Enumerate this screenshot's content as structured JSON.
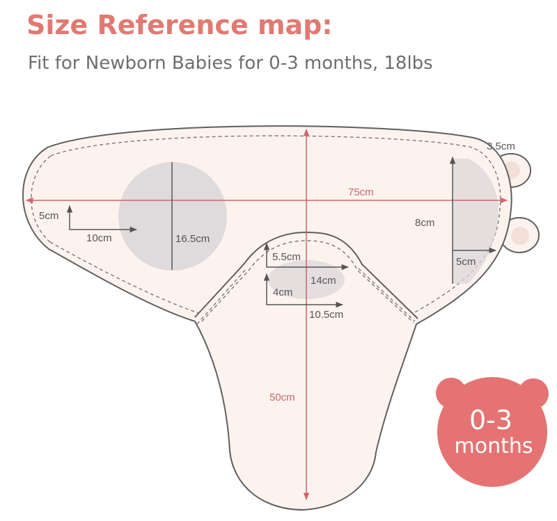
{
  "header": {
    "title": "Size Reference map:",
    "subtitle": "Fit for Newborn Babies for 0-3 months, 18lbs"
  },
  "dimensions": {
    "width_total": "75cm",
    "ear": "3.5cm",
    "side_height": "8cm",
    "side_width": "5cm",
    "circle_diameter": "16.5cm",
    "circle_height": "5cm",
    "circle_width": "10cm",
    "neck_height": "5.5cm",
    "neck_width": "14cm",
    "inner_height": "4cm",
    "inner_width": "10.5cm",
    "length": "50cm"
  },
  "badge": {
    "line1": "0-3",
    "line2": "months"
  },
  "colors": {
    "title": "#e07a72",
    "fabric": "#fcf3ee",
    "outline": "#5f5f5f",
    "measure_line": "#d0646a",
    "badge": "#e57373",
    "panel": "#dcd7d9"
  }
}
